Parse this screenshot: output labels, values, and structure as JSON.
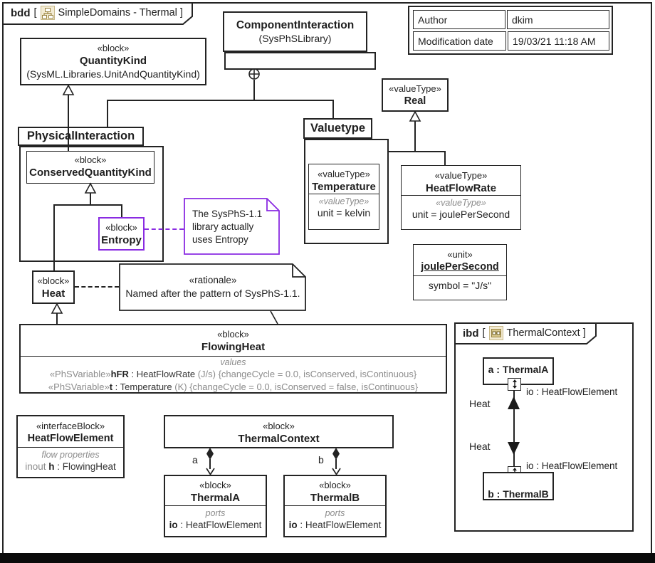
{
  "diagram": {
    "frame": {
      "kind": "bdd",
      "open": "[",
      "title": "SimpleDomains - Thermal",
      "close": "]"
    },
    "meta": {
      "rows": [
        {
          "label": "Author",
          "value": "dkim"
        },
        {
          "label": "Modification date",
          "value": "19/03/21 11:18 AM"
        }
      ]
    }
  },
  "packages": {
    "component_interaction": {
      "name": "ComponentInteraction",
      "library": "(SysPhSLibrary)"
    },
    "physical_interaction": {
      "name": "PhysicalInteraction"
    },
    "valuetype": {
      "name": "Valuetype"
    }
  },
  "blocks": {
    "quantity_kind": {
      "stereotype": "«block»",
      "name": "QuantityKind",
      "library": "(SysML.Libraries.UnitAndQuantityKind)"
    },
    "conserved_quantity_kind": {
      "stereotype": "«block»",
      "name": "ConservedQuantityKind"
    },
    "entropy": {
      "stereotype": "«block»",
      "name": "Entropy"
    },
    "heat": {
      "stereotype": "«block»",
      "name": "Heat"
    },
    "real": {
      "stereotype": "«valueType»",
      "name": "Real"
    },
    "temperature": {
      "stereotype": "«valueType»",
      "name": "Temperature",
      "comp_stereotype": "«valueType»",
      "value": "unit = kelvin"
    },
    "heat_flow_rate": {
      "stereotype": "«valueType»",
      "name": "HeatFlowRate",
      "comp_stereotype": "«valueType»",
      "value": "unit = joulePerSecond"
    },
    "joule_per_second": {
      "stereotype": "«unit»",
      "name": "joulePerSecond",
      "value": "symbol = \"J/s\""
    },
    "flowing_heat": {
      "stereotype": "«block»",
      "name": "FlowingHeat",
      "compartment": "values",
      "values": [
        {
          "stereotype": "«PhSVariable»",
          "name": "hFR",
          "type": " : HeatFlowRate ",
          "unit": "(J/s) ",
          "constraint": "{changeCycle = 0.0, isConserved, isContinuous}"
        },
        {
          "stereotype": "«PhSVariable»",
          "name": "t",
          "type": " : Temperature ",
          "unit": "(K) ",
          "constraint": "{changeCycle = 0.0, isConserved = false, isContinuous}"
        }
      ]
    },
    "heat_flow_element": {
      "stereotype": "«interfaceBlock»",
      "name": "HeatFlowElement",
      "compartment": "flow properties",
      "flow": {
        "direction": "inout ",
        "name": "h",
        "type": " : FlowingHeat"
      }
    },
    "thermal_context": {
      "stereotype": "«block»",
      "name": "ThermalContext"
    },
    "thermal_a": {
      "stereotype": "«block»",
      "name": "ThermalA",
      "compartment": "ports",
      "port": {
        "name": "io",
        "type": " : HeatFlowElement"
      }
    },
    "thermal_b": {
      "stereotype": "«block»",
      "name": "ThermalB",
      "compartment": "ports",
      "port": {
        "name": "io",
        "type": " : HeatFlowElement"
      }
    }
  },
  "notes": {
    "entropy_note": {
      "line1": "The SysPhS-1.1",
      "line2": "library actually",
      "line3": "uses Entropy"
    },
    "rationale_note": {
      "stereotype": "«rationale»",
      "text": "Named after the pattern of SysPhS-1.1."
    }
  },
  "edges": {
    "a_label": "a",
    "b_label": "b"
  },
  "ibd": {
    "frame": {
      "kind": "ibd",
      "open": "[",
      "title": "ThermalContext",
      "close": "]"
    },
    "part_a": "a : ThermalA",
    "part_b": "b : ThermalB",
    "port_a_label": "io : HeatFlowElement",
    "port_b_label": "io : HeatFlowElement",
    "flow_up_label": "Heat",
    "flow_down_label": "Heat"
  },
  "colors": {
    "purple": "#8A2BE2",
    "line": "#232323",
    "muted": "#8c8c8c"
  }
}
